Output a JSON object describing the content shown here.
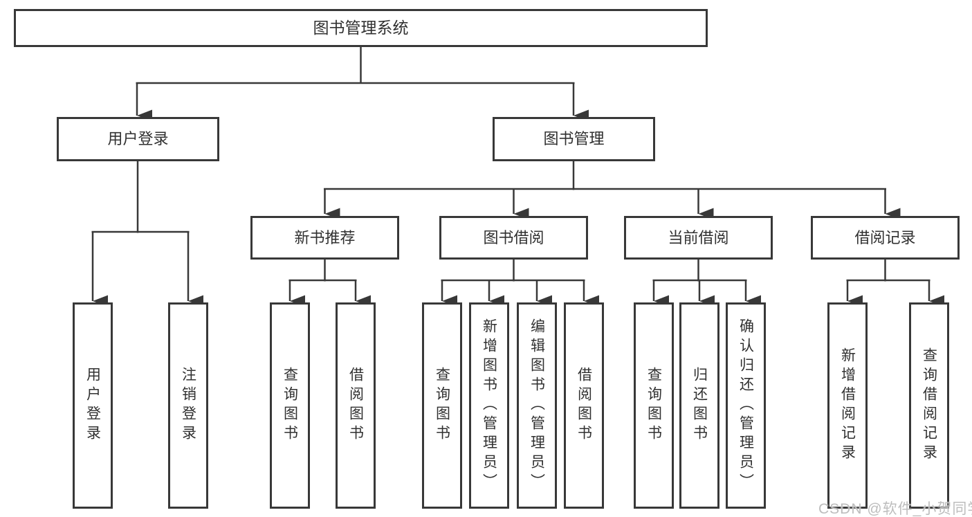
{
  "title": "图书管理系统",
  "watermark": "CSDN @软件_小贺同学",
  "colors": {
    "line": "#383838",
    "box_border": "#383838",
    "box_bg": "#ffffff",
    "text": "#303030",
    "watermark": "#bdbdbd"
  },
  "tree": {
    "root": {
      "label": "图书管理系统"
    },
    "branches": [
      {
        "label": "用户登录",
        "leaves": [
          {
            "label": "用户登录"
          },
          {
            "label": "注销登录"
          }
        ]
      },
      {
        "label": "图书管理",
        "groups": [
          {
            "label": "新书推荐",
            "leaves": [
              {
                "label": "查询图书"
              },
              {
                "label": "借阅图书"
              }
            ]
          },
          {
            "label": "图书借阅",
            "leaves": [
              {
                "label": "查询图书"
              },
              {
                "label": "新增图书（管理员）"
              },
              {
                "label": "编辑图书（管理员）"
              },
              {
                "label": "借阅图书"
              }
            ]
          },
          {
            "label": "当前借阅",
            "leaves": [
              {
                "label": "查询图书"
              },
              {
                "label": "归还图书"
              },
              {
                "label": "确认归还（管理员）"
              }
            ]
          },
          {
            "label": "借阅记录",
            "leaves": [
              {
                "label": "新增借阅记录"
              },
              {
                "label": "查询借阅记录"
              }
            ]
          }
        ]
      }
    ]
  }
}
